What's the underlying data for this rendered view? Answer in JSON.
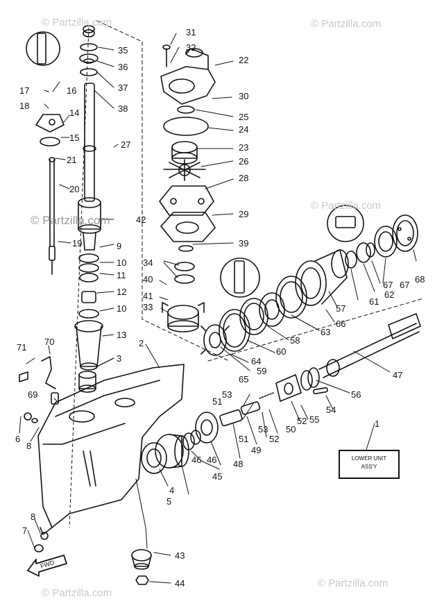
{
  "watermarks": [
    "© Partzilla.com",
    "© Partzilla.com",
    "© Partzilla.com",
    "© Partzilla.com",
    "© Partzilla.com",
    "© Partzilla.com"
  ],
  "assembly_label": {
    "line1": "LOWER UNIT",
    "line2": "ASS'Y",
    "callout": "1"
  },
  "fwd_label": "FWD",
  "callouts": {
    "c2": "2",
    "c3": "3",
    "c4": "4",
    "c5": "5",
    "c6": "6",
    "c7": "7",
    "c8a": "8",
    "c8b": "8",
    "c9": "9",
    "c10a": "10",
    "c10b": "10",
    "c11": "11",
    "c12": "12",
    "c13": "13",
    "c14": "14",
    "c15": "15",
    "c16": "16",
    "c17": "17",
    "c18": "18",
    "c19": "19",
    "c20": "20",
    "c21": "21",
    "c22": "22",
    "c23": "23",
    "c24": "24",
    "c25": "25",
    "c26": "26",
    "c27": "27",
    "c28": "28",
    "c29": "29",
    "c30": "30",
    "c31": "31",
    "c32": "32",
    "c33": "33",
    "c34": "34",
    "c35": "35",
    "c36": "36",
    "c37": "37",
    "c38": "38",
    "c39": "39",
    "c40": "40",
    "c41": "41",
    "c42": "42",
    "c43": "43",
    "c44": "44",
    "c45": "45",
    "c46a": "46",
    "c46b": "46",
    "c47": "47",
    "c48": "48",
    "c49": "49",
    "c50": "50",
    "c51a": "51",
    "c51b": "51",
    "c52a": "52",
    "c52b": "52",
    "c53a": "53",
    "c53b": "53",
    "c54": "54",
    "c55": "55",
    "c56": "56",
    "c57": "57",
    "c58": "58",
    "c59": "59",
    "c60": "60",
    "c61": "61",
    "c62": "62",
    "c63": "63",
    "c64": "64",
    "c65": "65",
    "c66": "66",
    "c67a": "67",
    "c67b": "67",
    "c68": "68",
    "c69": "69",
    "c70": "70",
    "c71": "71"
  }
}
